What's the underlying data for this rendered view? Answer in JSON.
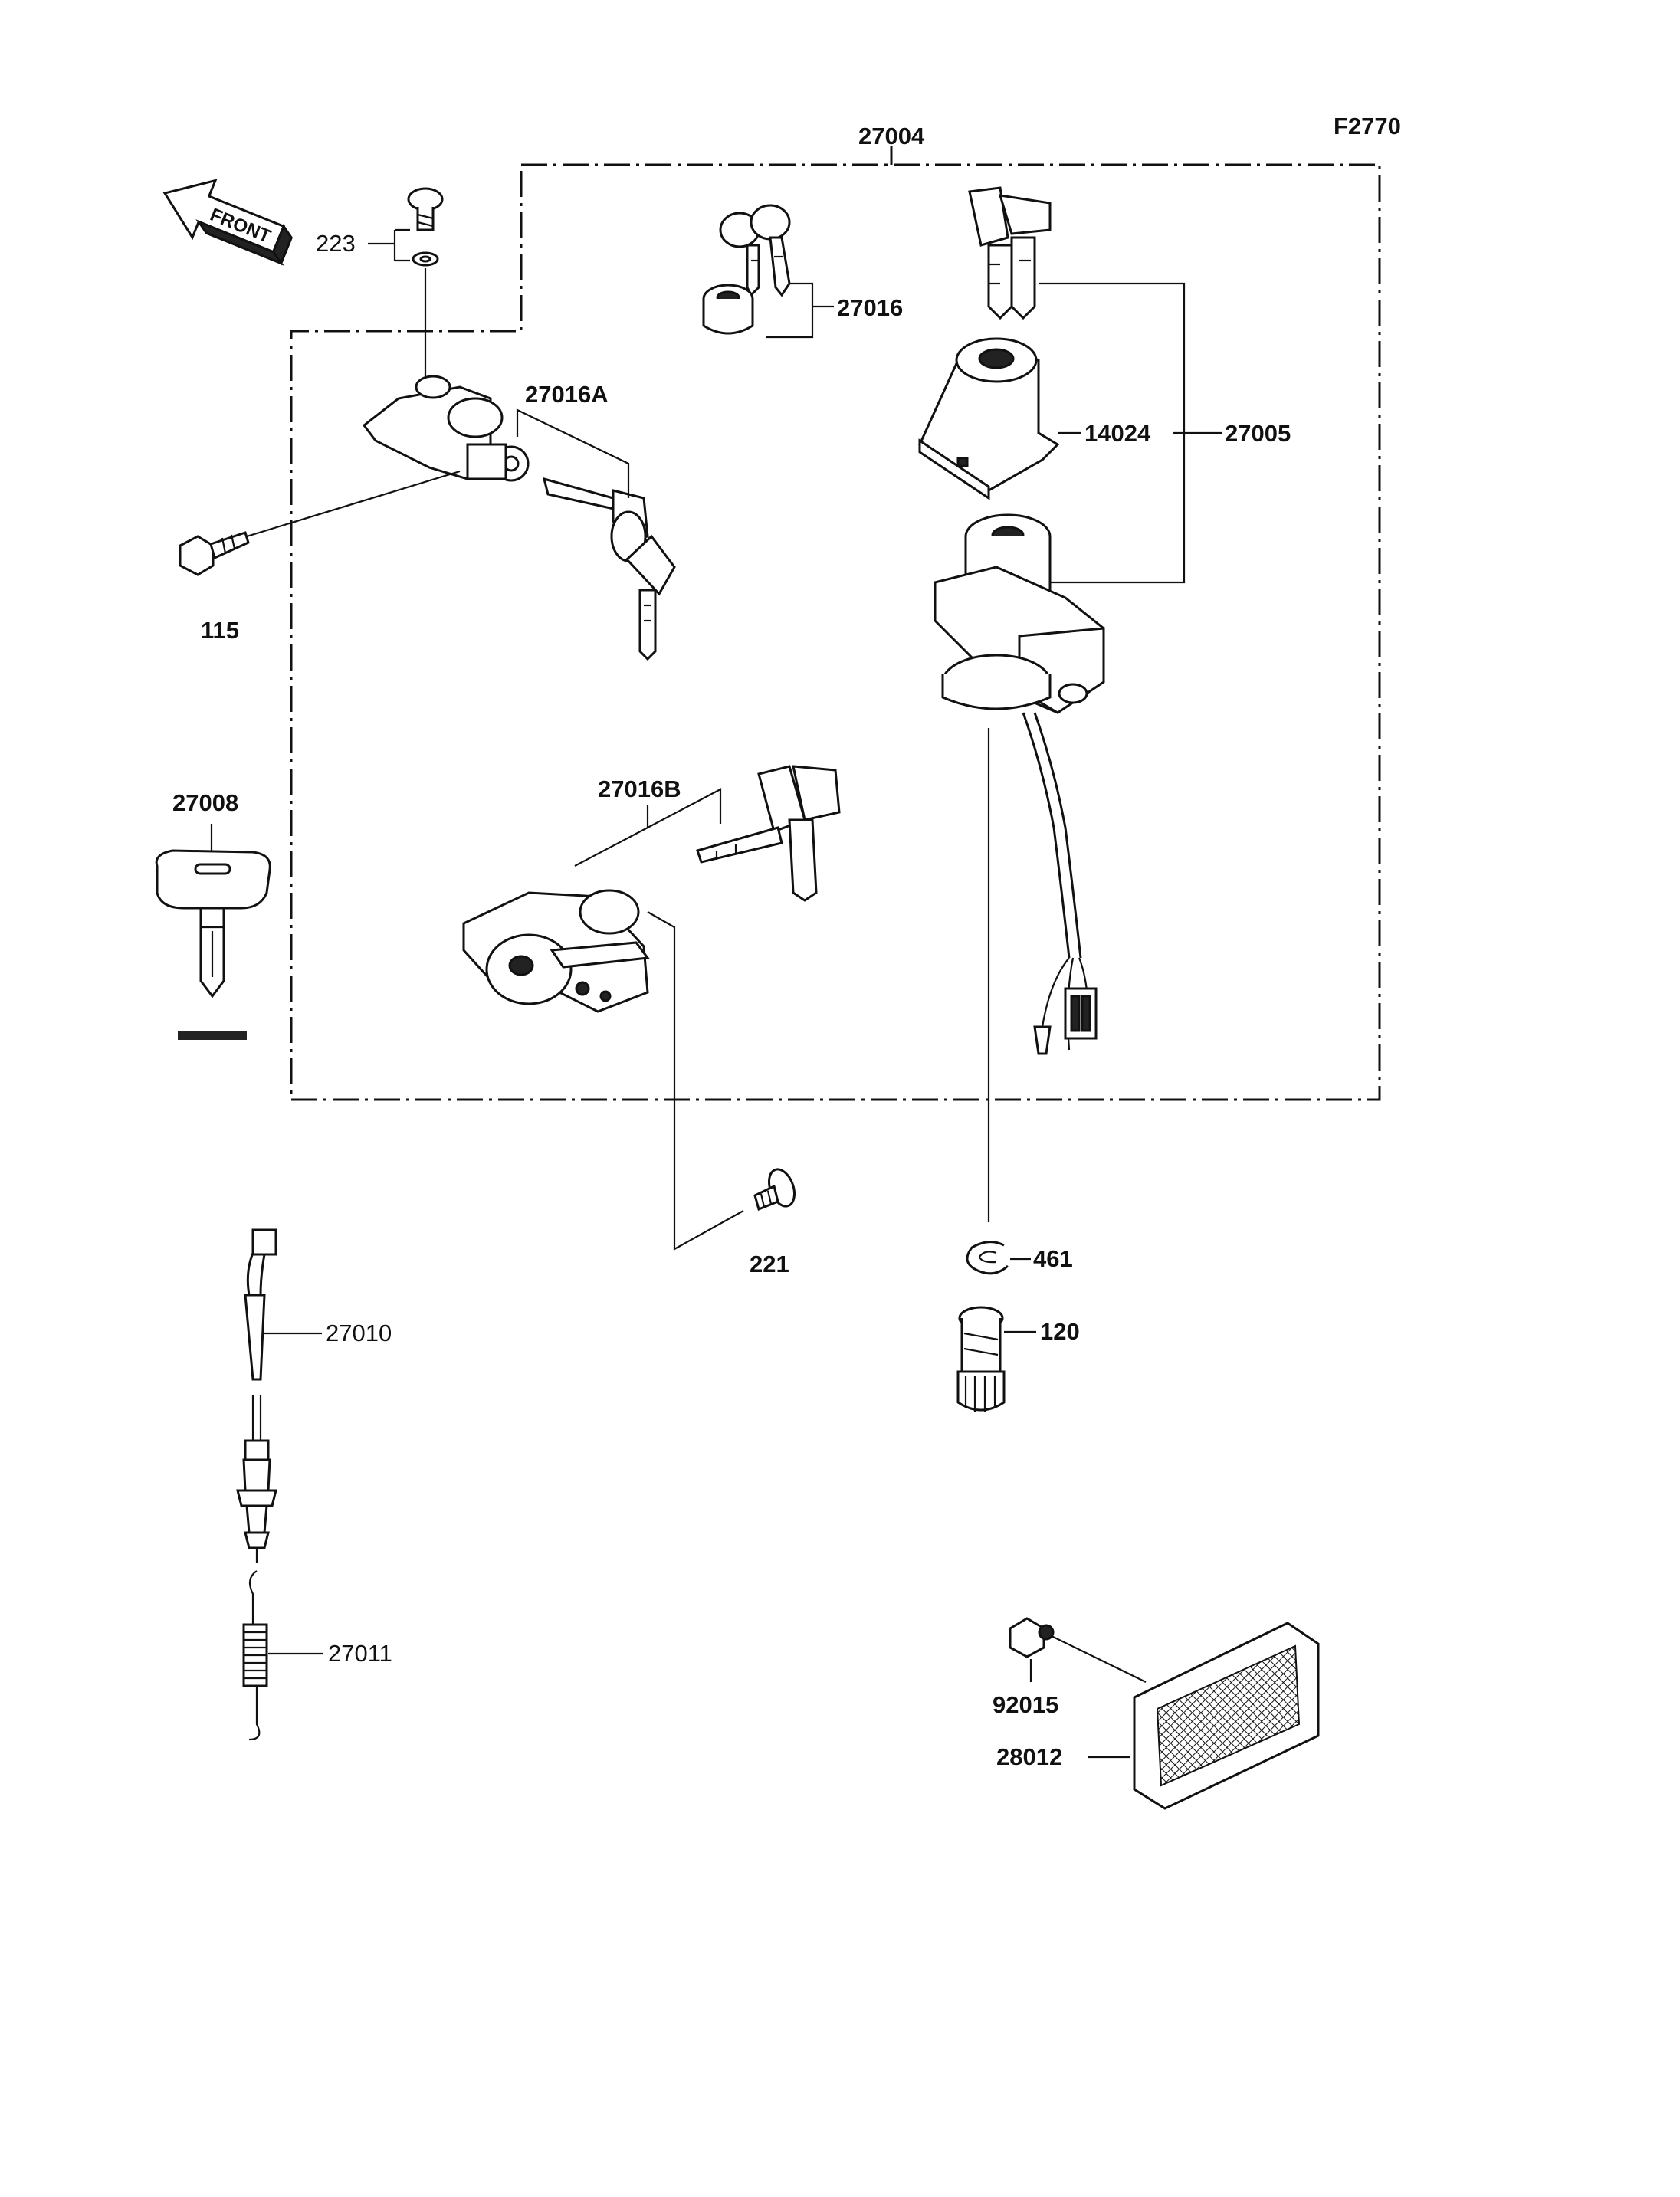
{
  "figure_code": "F2770",
  "front_arrow_label": "FRONT",
  "labels": {
    "p27004": "27004",
    "p223": "223",
    "p27016": "27016",
    "p27016A": "27016A",
    "p14024": "14024",
    "p27005": "27005",
    "p115": "115",
    "p27008": "27008",
    "p27016B": "27016B",
    "p221": "221",
    "p461": "461",
    "p120": "120",
    "p27010": "27010",
    "p27011": "27011",
    "p92015": "92015",
    "p28012": "28012"
  }
}
